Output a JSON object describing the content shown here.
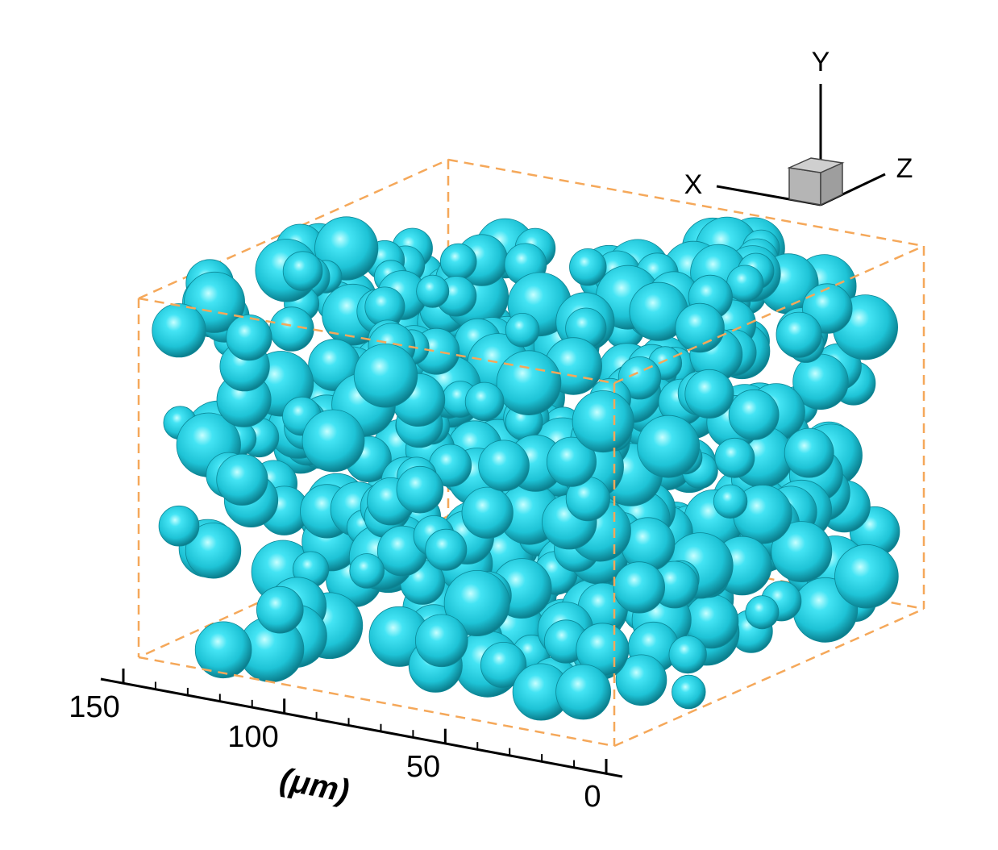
{
  "scale_axis": {
    "unit_label": "(μm)",
    "ticks": [
      {
        "value": 0,
        "label": "0"
      },
      {
        "value": 50,
        "label": "50"
      },
      {
        "value": 100,
        "label": "100"
      },
      {
        "value": 150,
        "label": "150"
      }
    ]
  },
  "orientation_triad": {
    "x_label": "X",
    "y_label": "Y",
    "z_label": "Z"
  },
  "colors": {
    "sphere": "#22c8dc",
    "sphere_highlight": "#b6fbff",
    "sphere_shadow": "#0a7d8c",
    "bounding_box": "#f5a85a",
    "axis": "#000000",
    "triad_cube": "#b5b5b5"
  }
}
